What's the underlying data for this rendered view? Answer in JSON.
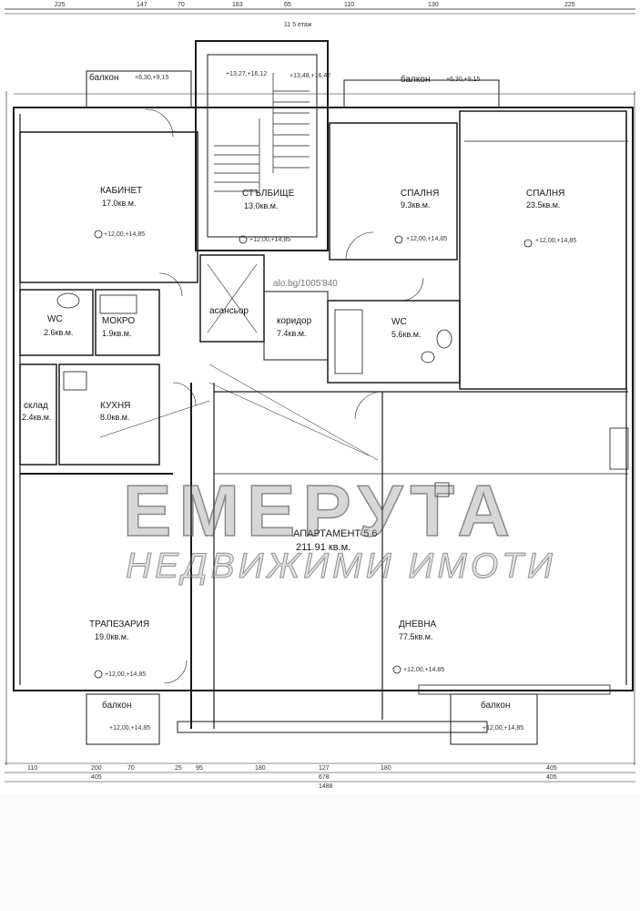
{
  "top": {
    "floor_note": "11 5 етаж",
    "dims": [
      "225",
      "147",
      "70",
      "183",
      "65",
      "110",
      "130",
      "225"
    ]
  },
  "balconies": [
    {
      "label": "балкон",
      "level": "+6,30,+9,15"
    },
    {
      "label": "балкон",
      "level": "+6,30,+9,15"
    },
    {
      "label": "балкон",
      "level": "+12,00,+14,85"
    },
    {
      "label": "балкон",
      "level": "+12,00,+14,85"
    }
  ],
  "rooms": [
    {
      "name": "КАБИНЕТ",
      "area": "17.0кв.м.",
      "level": "+12,00,+14,85"
    },
    {
      "name": "СТЪЛБИЩЕ",
      "area": "13.0кв.м.",
      "level": "+12,00,+14,85"
    },
    {
      "name": "СПАЛНЯ",
      "area": "9.3кв.м.",
      "level": "+12,00,+14,85"
    },
    {
      "name": "СПАЛНЯ",
      "area": "23.5кв.м.",
      "level": "+12,00,+14,85"
    },
    {
      "name": "WC",
      "area": "2.6кв.м."
    },
    {
      "name": "МОКРО",
      "area": "1.9кв.м."
    },
    {
      "name": "асансьор",
      "area": ""
    },
    {
      "name": "коридор",
      "area": "7.4кв.м."
    },
    {
      "name": "WC",
      "area": "5.6кв.м."
    },
    {
      "name": "склад",
      "area": "2.4кв.м."
    },
    {
      "name": "КУХНЯ",
      "area": "8.0кв.м."
    },
    {
      "name": "ТРАПЕЗАРИЯ",
      "area": "19.0кв.м.",
      "level": "+12,00,+14,85"
    },
    {
      "name": "ДНЕВНА",
      "area": "77.5кв.м.",
      "level": "+12,00,+14,85"
    }
  ],
  "apartment": {
    "name": "АПАРТАМЕНТ 5 6",
    "area": "211.91 кв.м."
  },
  "watermark": {
    "line1": "ЕМЕРУТА",
    "line2": "НЕДВИЖИМИ ИМОТИ",
    "url": "alo.bg/1005'840"
  },
  "bottom_dims": {
    "row1": [
      "110",
      "200",
      "70",
      "25",
      "95",
      "180",
      "127",
      "180",
      "405"
    ],
    "row2": [
      "405",
      "678",
      "405"
    ],
    "total": "1488"
  },
  "stair_marks": [
    "+13,27,+16,12",
    "+13,48,+16,42"
  ],
  "colors": {
    "ink": "#1a1a1a",
    "paper": "#ffffff",
    "watermark": "#8c8c8c"
  }
}
